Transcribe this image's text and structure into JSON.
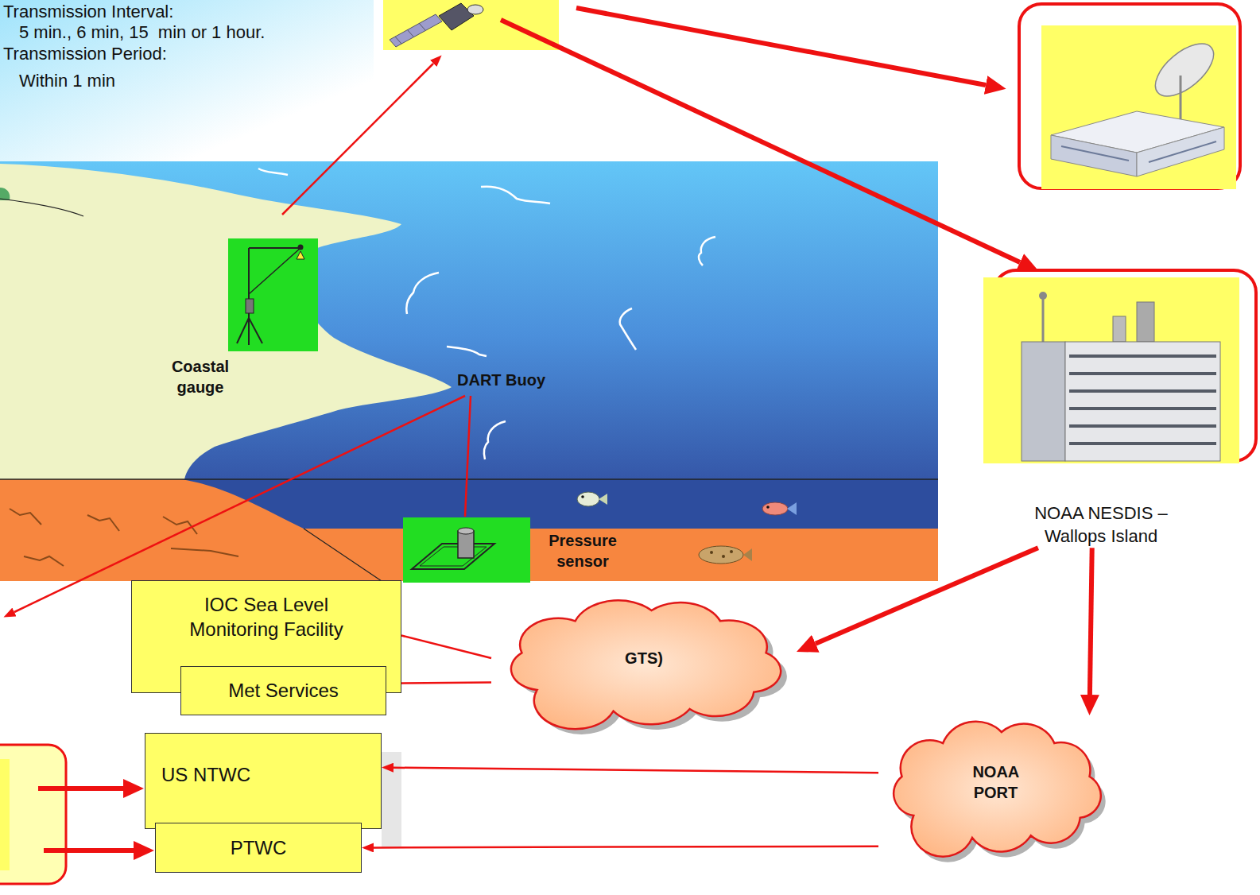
{
  "diagram": {
    "nodes": [
      {
        "text": [
          "Coastal gauge"
        ]
      },
      {
        "text": [
          "Pressure sensor"
        ]
      },
      {
        "text": [
          "NOAA NESDIS – Wallops Island"
        ]
      },
      {
        "text": [
          "IOC Sea Level Monitoring Facility"
        ]
      },
      {
        "text": [
          "Met Services"
        ]
      },
      {
        "text": [
          "GTS)"
        ]
      },
      {
        "text": [
          "US NTWC"
        ]
      },
      {
        "text": [
          "PTWC"
        ]
      },
      {
        "text": [
          "NOAA PORT"
        ]
      }
    ],
    "edges": [
      {
        "from": 3,
        "to": 5,
        "arrow": "none"
      },
      {
        "from": 4,
        "to": 5,
        "arrow": "none"
      },
      {
        "from": 2,
        "to": 5,
        "arrow": "to"
      },
      {
        "from": 2,
        "to": 8,
        "arrow": "to"
      },
      {
        "from": 8,
        "to": 6,
        "arrow": "to"
      },
      {
        "from": 8,
        "to": 7,
        "arrow": "to"
      }
    ],
    "labels": [
      "Transmission Interval:",
      "5 min., 6 min, 15  min or 1 hour.",
      "Transmission Period:",
      "Within 1 min",
      "DART Buoy"
    ]
  }
}
